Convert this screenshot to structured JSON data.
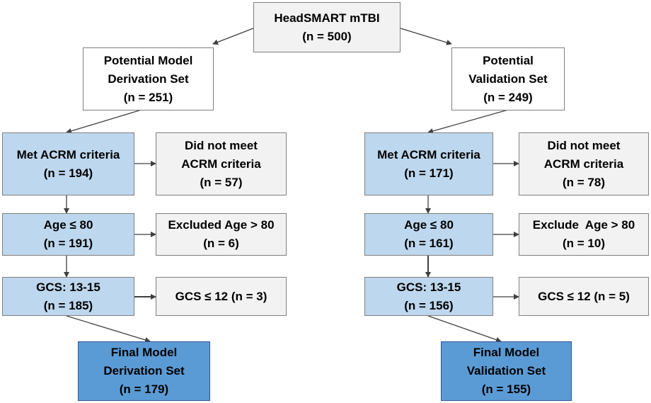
{
  "nodes": {
    "root": [
      "HeadSMART mTBI",
      "(n = 500)"
    ],
    "derivation": {
      "potential": [
        "Potential Model",
        "Derivation Set",
        "(n = 251)"
      ],
      "met_acrm": [
        "Met ACRM criteria",
        "(n = 194)"
      ],
      "not_met_acrm": [
        "Did not meet",
        "ACRM criteria",
        "(n =  57)"
      ],
      "age_ok": [
        "Age ≤ 80",
        "(n = 191)"
      ],
      "age_excluded": [
        "Excluded Age > 80",
        "(n = 6)"
      ],
      "gcs_ok": [
        "GCS: 13-15",
        "(n = 185)"
      ],
      "gcs_excluded": [
        "GCS ≤ 12 (n = 3)"
      ],
      "final": [
        "Final Model",
        "Derivation Set",
        "(n = 179)"
      ]
    },
    "validation": {
      "potential": [
        "Potential",
        "Validation Set",
        "(n = 249)"
      ],
      "met_acrm": [
        "Met ACRM criteria",
        "(n = 171)"
      ],
      "not_met_acrm": [
        "Did not meet",
        "ACRM criteria",
        "(n = 78)"
      ],
      "age_ok": [
        "Age ≤ 80",
        "(n = 161)"
      ],
      "age_excluded": [
        "Exclude  Age > 80",
        "(n = 10)"
      ],
      "gcs_ok": [
        "GCS: 13-15",
        "(n = 156)"
      ],
      "gcs_excluded": [
        "GCS ≤ 12 (n = 5)"
      ],
      "final": [
        "Final Model",
        "Validation Set",
        "(n = 155)"
      ]
    }
  },
  "colors": {
    "start_box": "#f2f2f2",
    "potential_box": "#ffffff",
    "included_box": "#bdd7ee",
    "excluded_box": "#f2f2f2",
    "final_box": "#5b9bd5",
    "border": "#7f7f7f",
    "arrow": "#404040"
  }
}
